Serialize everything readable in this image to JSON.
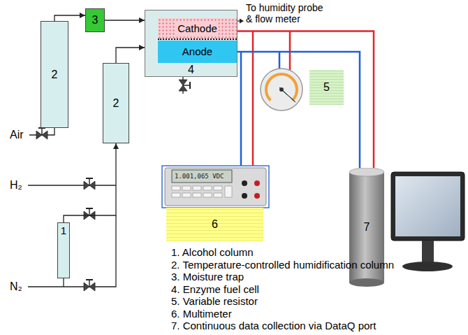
{
  "diagram": {
    "nodes": [
      {
        "text": [
          "2"
        ]
      },
      {
        "text": [
          "3"
        ]
      },
      {
        "text": [
          "4"
        ]
      },
      {
        "text": [
          "Cathode"
        ],
        "in": 2
      },
      {
        "text": [
          "Anode"
        ],
        "in": 2
      },
      {
        "text": [
          "2"
        ]
      },
      {
        "text": [
          "5"
        ]
      },
      {
        "text": [
          "1"
        ]
      },
      {
        "text": [
          "6"
        ]
      },
      {
        "text": [
          "7"
        ]
      }
    ],
    "edges": [
      {
        "from": 0,
        "to": 1,
        "arrow": "to"
      },
      {
        "from": 1,
        "to": 2,
        "arrow": "to"
      },
      {
        "from": 5,
        "to": 2,
        "arrow": "to"
      },
      {
        "from": 7,
        "to": 5,
        "arrow": "to"
      },
      {
        "from": 3,
        "to": 9,
        "arrow": "none"
      },
      {
        "from": 4,
        "to": 9,
        "arrow": "none"
      }
    ],
    "labels": [
      "To humidity probe & flow meter",
      "Air",
      "H₂",
      "N₂",
      "1.001,065 VDC",
      "1. Alcohol column",
      "2. Temperature-controlled humidification column",
      "3. Moisture trap",
      "4. Enzyme fuel cell",
      "5. Variable resistor",
      "6. Multimeter",
      "7. Continuous data collection via DataQ port"
    ]
  }
}
